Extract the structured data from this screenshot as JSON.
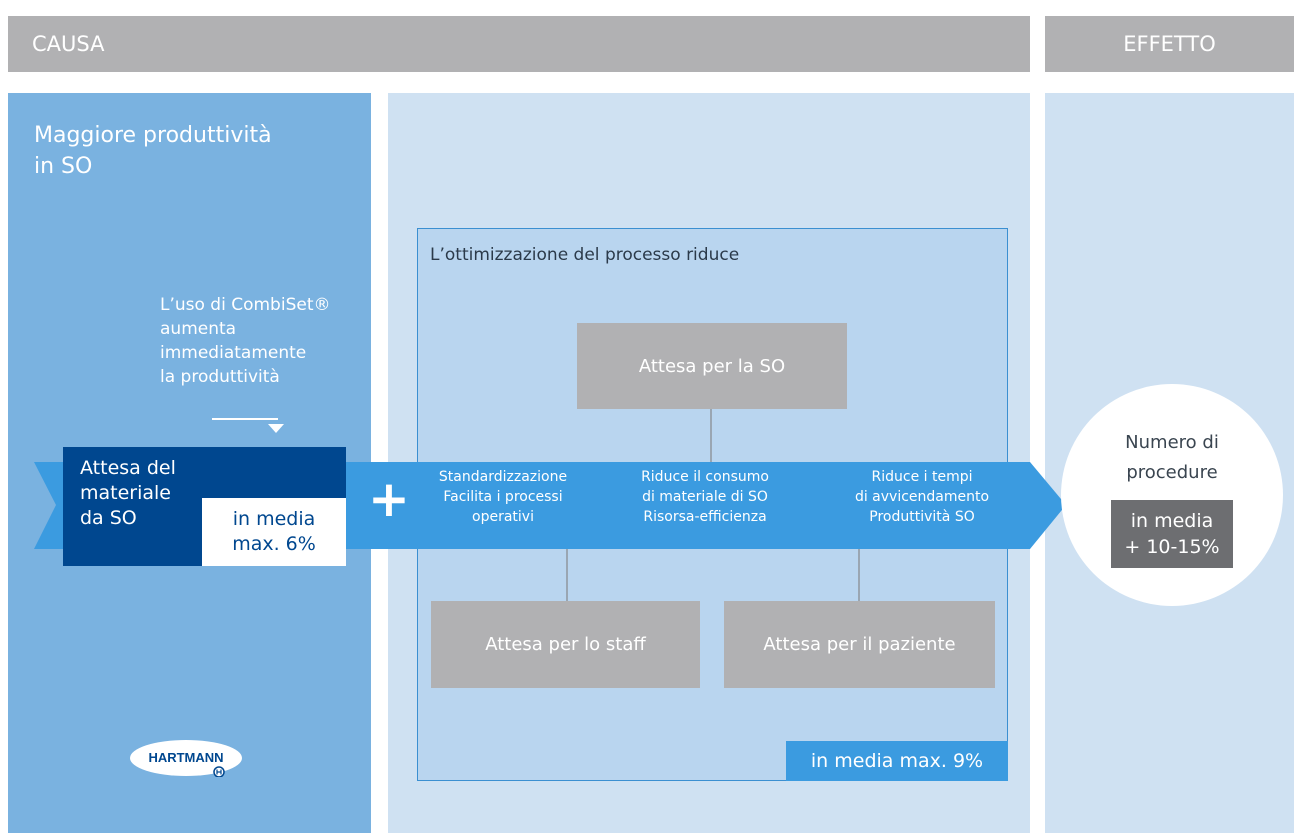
{
  "header": {
    "causa": "CAUSA",
    "effetto": "EFFETTO"
  },
  "left": {
    "title_line1": "Maggiore produttività",
    "title_line2": "in SO",
    "note_line1": "L’uso di CombiSet®",
    "note_line2": "aumenta",
    "note_line3": "immediatamente",
    "note_line4": "la produttività",
    "attesa_line1": "Attesa del",
    "attesa_line2": "materiale",
    "attesa_line3": "da SO",
    "attesa_pct_line1": "in media",
    "attesa_pct_line2": "max. 6%",
    "plus": "+",
    "logo_text": "HARTMANN"
  },
  "process": {
    "title": "L’ottimizzazione del processo riduce",
    "box_so": "Attesa per la SO",
    "box_staff": "Attesa per lo staff",
    "box_paziente": "Attesa per il paziente",
    "arrow_groups": [
      {
        "line1": "Standardizzazione",
        "line2": "Facilita i processi",
        "line3": "operativi"
      },
      {
        "line1": "Riduce il consumo",
        "line2": "di materiale di SO",
        "line3": "Risorsa-efficienza"
      },
      {
        "line1": "Riduce i tempi",
        "line2": "di avvicendamento",
        "line3": "Produttività SO"
      }
    ],
    "pct": "in media max. 9%"
  },
  "effect": {
    "label_line1": "Numero di",
    "label_line2": "procedure",
    "pct_line1": "in media",
    "pct_line2": "+ 10-15%"
  },
  "colors": {
    "header_grey": "#b1b1b3",
    "left_blue": "#7ab2e0",
    "light_blue": "#cfe1f2",
    "arrow_blue": "#3b9be0",
    "dark_blue": "#00478f",
    "dark_grey": "#6d6e71"
  }
}
